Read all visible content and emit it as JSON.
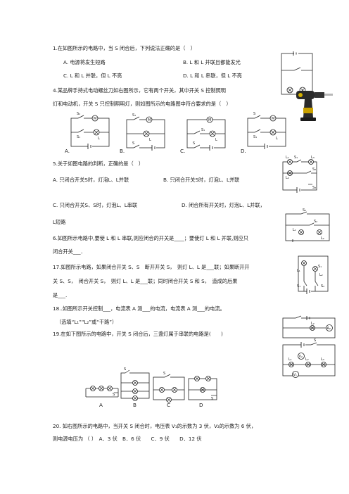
{
  "q1": {
    "stem": "1.在如图所示的电路中，当 S 闭合后，下列说法正确的是（　）",
    "a": "A. 电源将发生短路",
    "b": "B. L 和 L 并联且都能发光",
    "c": "C. L 和 L 并联，但 L 不亮",
    "d": "D. L 和 L 串联，但 L 不亮"
  },
  "q4": {
    "line1": "4.某品牌手持式电动螺丝刀如右图所示，它有两个开关，其中开关 S 控制照明",
    "line2": "灯和电动机，开关 S 只控制照明灯，则如图所示的电路图中符合要求的是（　）",
    "labels": [
      "A.",
      "B.",
      "C.",
      "D."
    ]
  },
  "q5": {
    "stem": "5.关于如图电路的判断，正确的是（　）",
    "a": "A. 只闭合开关S时，灯泡L、L并联",
    "b": "B. 只闭合开关S时，灯泡L、L并联",
    "c": "C. 只闭合开关S、S时，灯泡L、L串联",
    "d": "D. 闭合所有开关时，灯泡L、L并联，",
    "d2": "L短路"
  },
  "q6": {
    "line1": "6.如图所示电路中,要使 L 和 L 串联,则应闭合的开关是____；要使灯 L 和 L 并联,则应只",
    "line2": "闭合开关___．"
  },
  "q17": {
    "line1": "17.如图所示电路，如果闭合开关 S、S　断开开关 S，　则灯 L、L 是___联；如果断开开",
    "line2": "关 S、S，　闭合开关 S，　则灯 L、L 是___联；同时闭合开关 S 和 S，　造成的后果",
    "line3": "是___."
  },
  "q18": {
    "line1": "18..如图所示开关控制___，电流表 A 测___的电流，电流表 A 测___的电流。",
    "hint": "（选填“L₁”“L₂”或“干路”）"
  },
  "q19": {
    "stem": "19.在如下图所示的电路中，开关 S 闭合后，三盏灯属于串联的电路是(　　)",
    "labels": [
      "A",
      "B",
      "C",
      "D"
    ]
  },
  "q20": {
    "line1": "20. 如右图所示的电路中，当开关 S 闭合时，电压表 V₁的示数为 3 伏，V₂的示数为 6 伏，",
    "line2": "则电源电压为 （ ）　A．3 伏　B．6 伏　　C．9 伏　　D．12 伏"
  }
}
